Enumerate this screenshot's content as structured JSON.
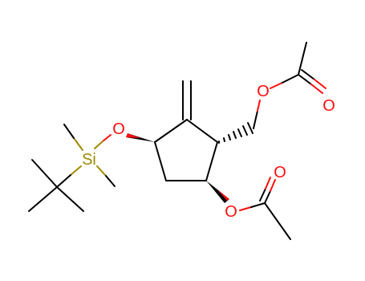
{
  "molecule": {
    "atoms": {
      "o_tbs": "O",
      "si": "Si",
      "o_ester_ring": "O",
      "o_ester_ring_carbonyl": "O",
      "o_ester_chain": "O",
      "o_ester_chain_carbonyl": "O"
    }
  },
  "colors": {
    "oxygen": "#ff0d0d",
    "silicon": "#a08a00",
    "carbon_bond": "#000000",
    "background": "#ffffff"
  }
}
